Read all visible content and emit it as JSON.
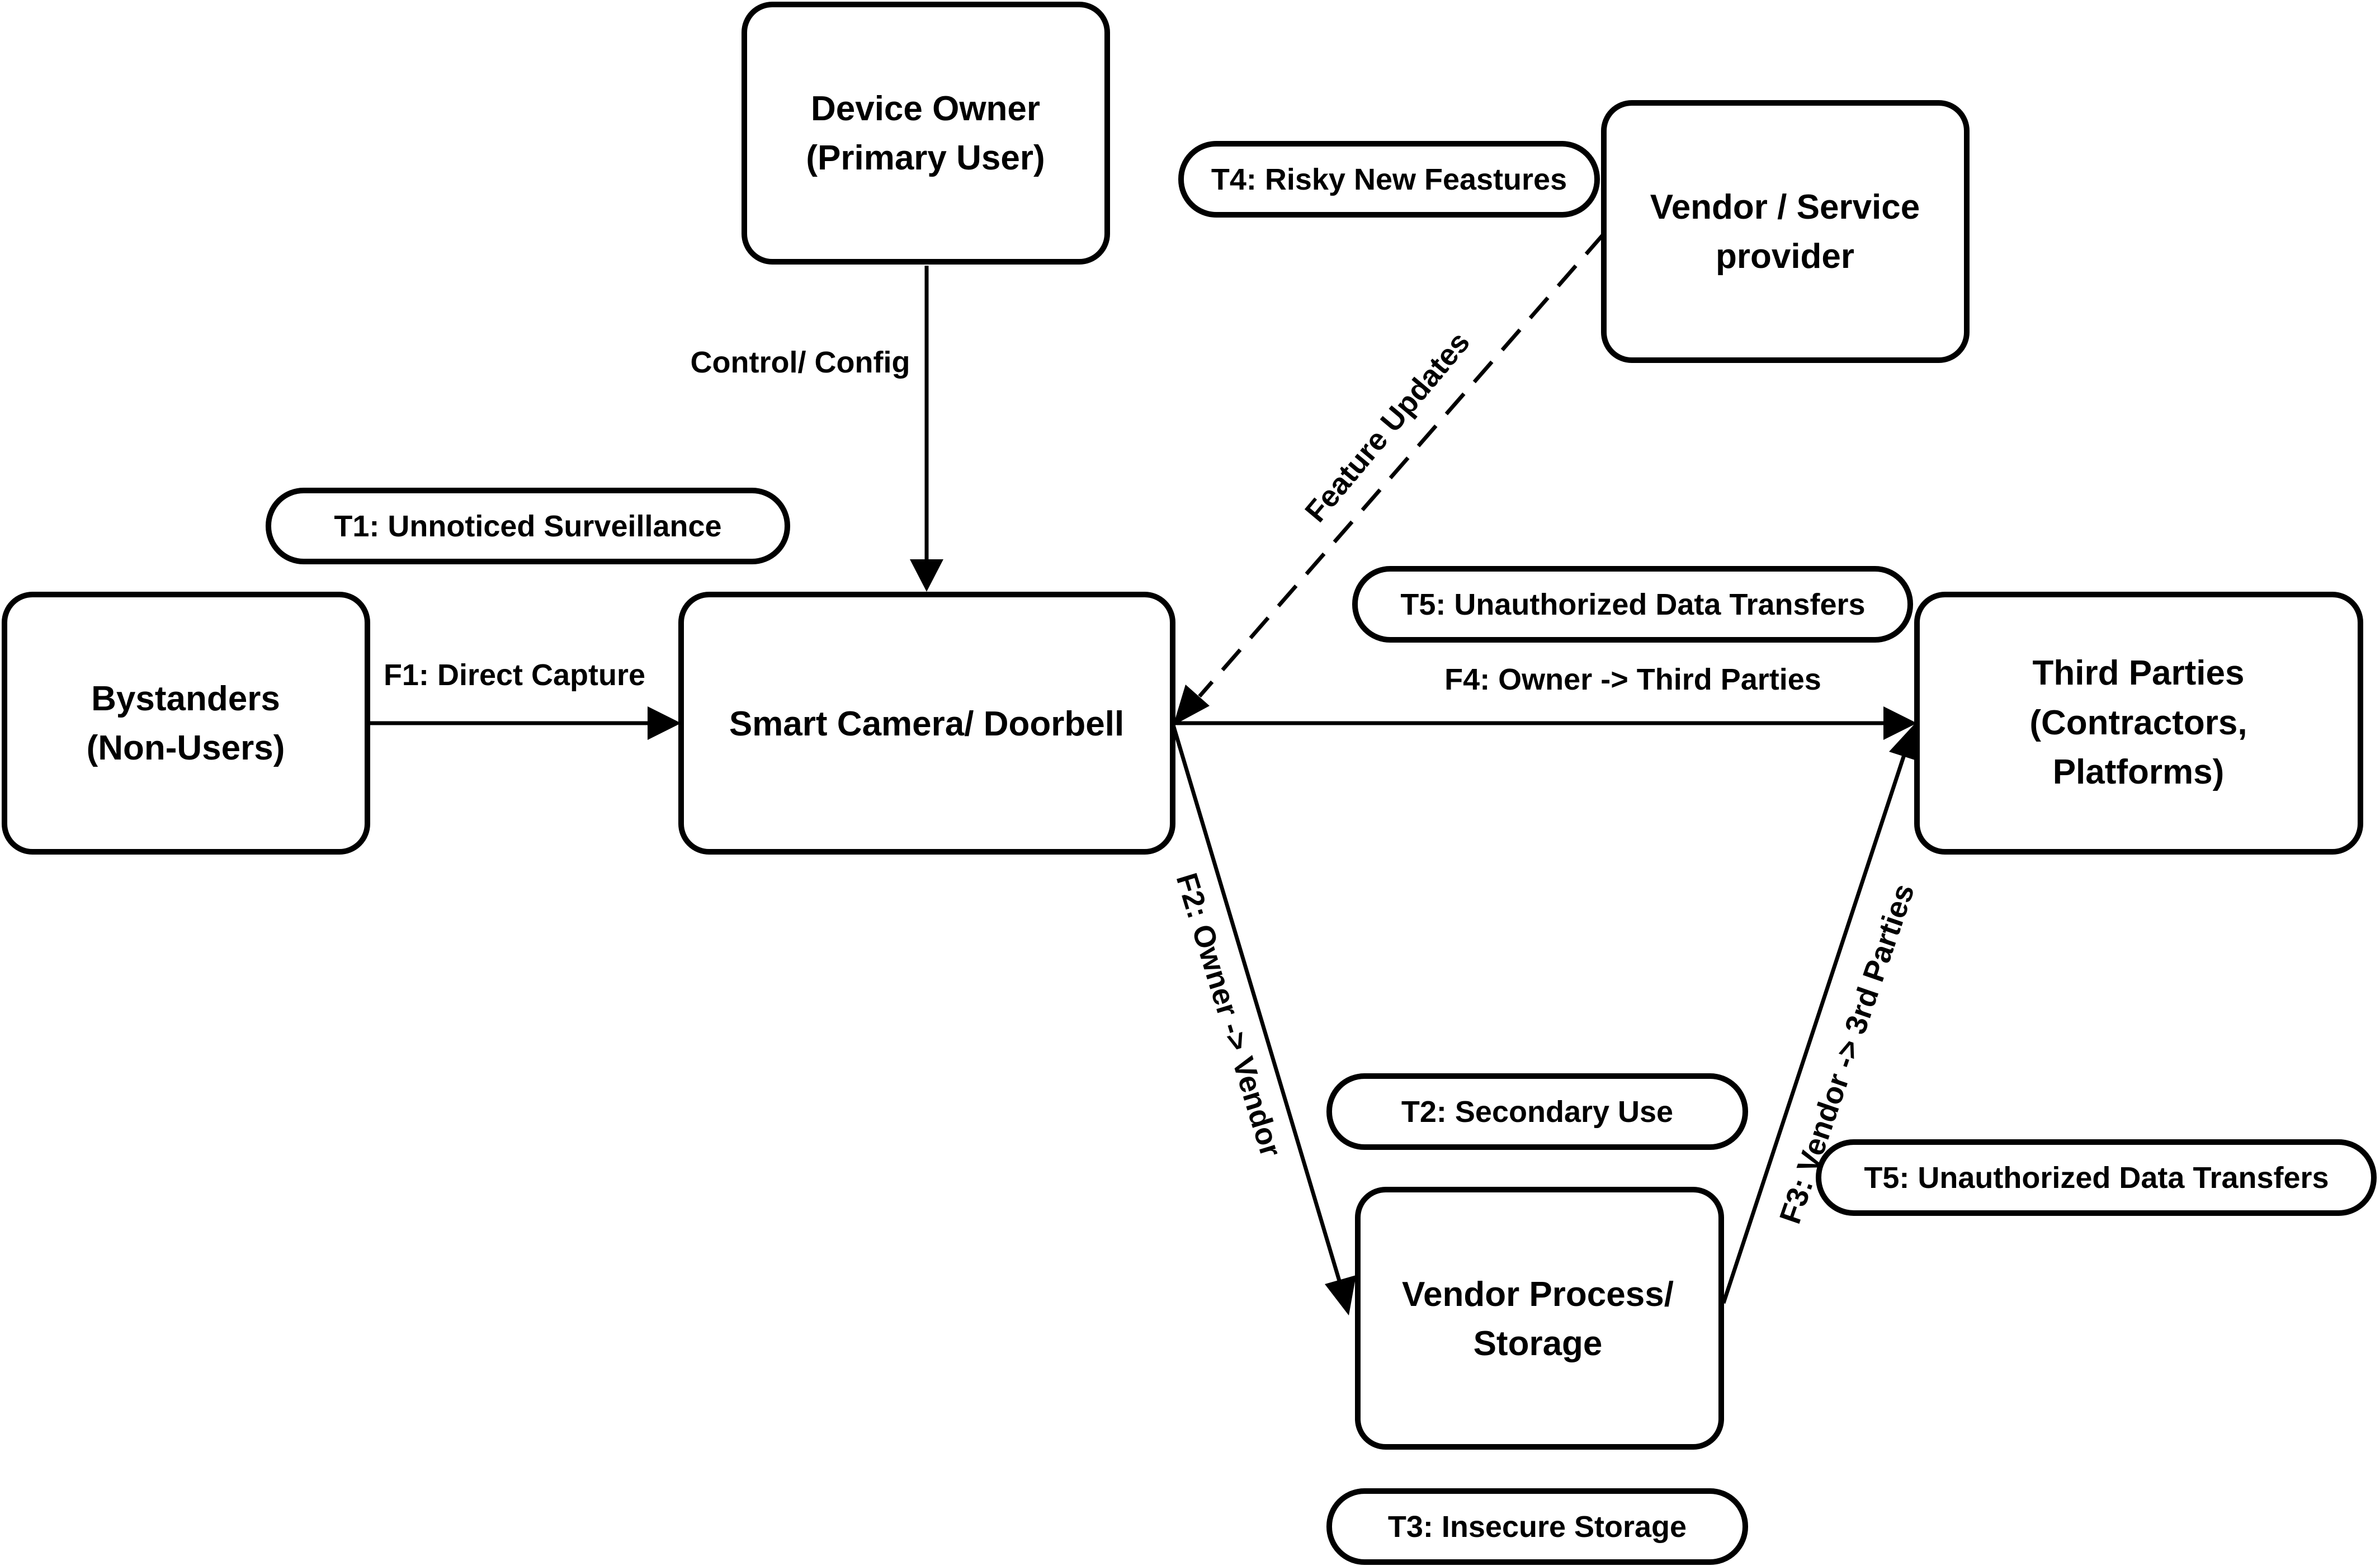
{
  "nodes": {
    "device_owner": {
      "line1": "Device Owner",
      "line2": "(Primary User)"
    },
    "vendor_service_provider": {
      "line1": "Vendor / Service",
      "line2": "provider"
    },
    "bystanders": {
      "line1": "Bystanders",
      "line2": "(Non-Users)"
    },
    "smart_camera": {
      "line1": "Smart Camera/ Doorbell"
    },
    "third_parties": {
      "line1": "Third Parties",
      "line2": "(Contractors,",
      "line3": "Platforms)"
    },
    "vendor_process": {
      "line1": "Vendor Process/",
      "line2": "Storage"
    }
  },
  "threats": {
    "t1": "T1: Unnoticed Surveillance",
    "t2": "T2: Secondary Use",
    "t3": "T3: Insecure Storage",
    "t4": "T4: Risky New Feastures",
    "t5_top": "T5: Unauthorized Data Transfers",
    "t5_right": "T5: Unauthorized Data Transfers"
  },
  "flows": {
    "control_config": "Control/ Config",
    "feature_updates": "Feature Updates",
    "f1": "F1: Direct Capture",
    "f2": "F2: Owner -> Vendor",
    "f3": "F3: Vendor -> 3rd Parties",
    "f4": "F4: Owner -> Third Parties"
  },
  "colors": {
    "stroke": "#000000",
    "background": "#ffffff"
  }
}
